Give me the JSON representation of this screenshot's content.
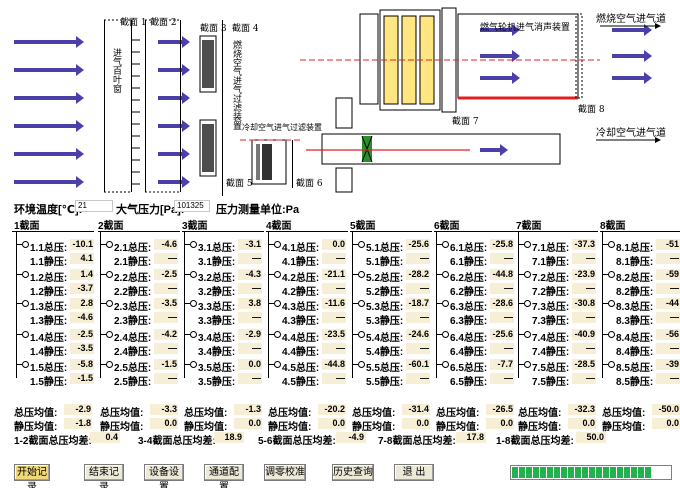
{
  "diagram": {
    "section_labels": [
      "截面 1",
      "截面 2",
      "截面 3",
      "截面 4",
      "截面 5",
      "截面 6",
      "截面 7",
      "截面 8"
    ],
    "intake_blind_label": "进气百叶窗",
    "combustion_filter_label": "燃烧空气进气过滤装置",
    "cooling_filter_label": "冷却空气进气过滤装置",
    "silencer_label": "燃气轮机进气消声装置",
    "combustion_inlet_label": "燃烧空气进气道",
    "cooling_inlet_label": "冷却空气进气道",
    "accent_color": "#4b3fa8",
    "red_line_color": "#e02020"
  },
  "env": {
    "temp_label": "环境温度[℃]:",
    "temp_value": "21",
    "pressure_label": "大气压力[Pa]:",
    "pressure_value": "101325",
    "unit_label": "压力测量单位:Pa"
  },
  "sections": [
    {
      "title": "1截面",
      "rows": [
        {
          "total_label": "1.1总压:",
          "total": "-10.1",
          "static_label": "1.1静压:",
          "static": "4.1"
        },
        {
          "total_label": "1.2总压:",
          "total": "1.4",
          "static_label": "1.2静压:",
          "static": "-3.7"
        },
        {
          "total_label": "1.3总压:",
          "total": "2.8",
          "static_label": "1.3静压:",
          "static": "-4.6"
        },
        {
          "total_label": "1.4总压:",
          "total": "-2.5",
          "static_label": "1.4静压:",
          "static": "-3.5"
        },
        {
          "total_label": "1.5总压:",
          "total": "-5.8",
          "static_label": "1.5静压:",
          "static": "-1.5"
        }
      ],
      "avg_total": "-2.9",
      "avg_static": "-1.8"
    },
    {
      "title": "2截面",
      "rows": [
        {
          "total_label": "2.1总压:",
          "total": "-4.6",
          "static_label": "2.1静压:",
          "static": "—"
        },
        {
          "total_label": "2.2总压:",
          "total": "-2.5",
          "static_label": "2.2静压:",
          "static": "—"
        },
        {
          "total_label": "2.3总压:",
          "total": "-3.5",
          "static_label": "2.3静压:",
          "static": "—"
        },
        {
          "total_label": "2.4总压:",
          "total": "-4.2",
          "static_label": "2.4静压:",
          "static": "—"
        },
        {
          "total_label": "2.5总压:",
          "total": "-1.5",
          "static_label": "2.5静压:",
          "static": "—"
        }
      ],
      "avg_total": "-3.3",
      "avg_static": "0.0"
    },
    {
      "title": "3截面",
      "rows": [
        {
          "total_label": "3.1总压:",
          "total": "-3.1",
          "static_label": "3.1静压:",
          "static": "—"
        },
        {
          "total_label": "3.2总压:",
          "total": "-4.3",
          "static_label": "3.2静压:",
          "static": "—"
        },
        {
          "total_label": "3.3总压:",
          "total": "3.8",
          "static_label": "3.3静压:",
          "static": "—"
        },
        {
          "total_label": "3.4总压:",
          "total": "-2.9",
          "static_label": "3.4静压:",
          "static": "—"
        },
        {
          "total_label": "3.5总压:",
          "total": "0.0",
          "static_label": "3.5静压:",
          "static": "—"
        }
      ],
      "avg_total": "-1.3",
      "avg_static": "0.0"
    },
    {
      "title": "4截面",
      "rows": [
        {
          "total_label": "4.1总压:",
          "total": "0.0",
          "static_label": "4.1静压:",
          "static": "—"
        },
        {
          "total_label": "4.2总压:",
          "total": "-21.1",
          "static_label": "4.2静压:",
          "static": "—"
        },
        {
          "total_label": "4.3总压:",
          "total": "-11.6",
          "static_label": "4.3静压:",
          "static": "—"
        },
        {
          "total_label": "4.4总压:",
          "total": "-23.5",
          "static_label": "4.4静压:",
          "static": "—"
        },
        {
          "total_label": "4.5总压:",
          "total": "-44.8",
          "static_label": "4.5静压:",
          "static": "—"
        }
      ],
      "avg_total": "-20.2",
      "avg_static": "0.0"
    },
    {
      "title": "5截面",
      "rows": [
        {
          "total_label": "5.1总压:",
          "total": "-25.6",
          "static_label": "5.1静压:",
          "static": "—"
        },
        {
          "total_label": "5.2总压:",
          "total": "-28.2",
          "static_label": "5.2静压:",
          "static": "—"
        },
        {
          "total_label": "5.3总压:",
          "total": "-18.7",
          "static_label": "5.3静压:",
          "static": "—"
        },
        {
          "total_label": "5.4总压:",
          "total": "-24.6",
          "static_label": "5.4静压:",
          "static": "—"
        },
        {
          "total_label": "5.5总压:",
          "total": "-60.1",
          "static_label": "5.5静压:",
          "static": "—"
        }
      ],
      "avg_total": "-31.4",
      "avg_static": "0.0"
    },
    {
      "title": "6截面",
      "rows": [
        {
          "total_label": "6.1总压:",
          "total": "-25.8",
          "static_label": "6.1静压:",
          "static": "—"
        },
        {
          "total_label": "6.2总压:",
          "total": "-44.8",
          "static_label": "6.2静压:",
          "static": "—"
        },
        {
          "total_label": "6.3总压:",
          "total": "-28.6",
          "static_label": "6.3静压:",
          "static": "—"
        },
        {
          "total_label": "6.4总压:",
          "total": "-25.6",
          "static_label": "6.4静压:",
          "static": "—"
        },
        {
          "total_label": "6.5总压:",
          "total": "-7.7",
          "static_label": "6.5静压:",
          "static": "—"
        }
      ],
      "avg_total": "-26.5",
      "avg_static": "0.0"
    },
    {
      "title": "7截面",
      "rows": [
        {
          "total_label": "7.1总压:",
          "total": "-37.3",
          "static_label": "7.1静压:",
          "static": "—"
        },
        {
          "total_label": "7.2总压:",
          "total": "-23.9",
          "static_label": "7.2静压:",
          "static": "—"
        },
        {
          "total_label": "7.3总压:",
          "total": "-30.8",
          "static_label": "7.3静压:",
          "static": "—"
        },
        {
          "total_label": "7.4总压:",
          "total": "-40.9",
          "static_label": "7.4静压:",
          "static": "—"
        },
        {
          "total_label": "7.5总压:",
          "total": "-28.5",
          "static_label": "7.5静压:",
          "static": "—"
        }
      ],
      "avg_total": "-32.3",
      "avg_static": "0.0"
    },
    {
      "title": "8截面",
      "rows": [
        {
          "total_label": "8.1总压:",
          "total": "-51",
          "static_label": "8.1静压:",
          "static": "—"
        },
        {
          "total_label": "8.2总压:",
          "total": "-59",
          "static_label": "8.2静压:",
          "static": "—"
        },
        {
          "total_label": "8.3总压:",
          "total": "-44",
          "static_label": "8.3静压:",
          "static": "—"
        },
        {
          "total_label": "8.4总压:",
          "total": "-56",
          "static_label": "8.4静压:",
          "static": "—"
        },
        {
          "total_label": "8.5总压:",
          "total": "-39",
          "static_label": "8.5静压:",
          "static": "—"
        }
      ],
      "avg_total": "-50.0",
      "avg_static": "0.0"
    }
  ],
  "averages": {
    "total_label": "总压均值:",
    "static_label": "静压均值:"
  },
  "differences": [
    {
      "label": "1-2截面总压均差:",
      "value": "0.4"
    },
    {
      "label": "3-4截面总压均差:",
      "value": "18.9"
    },
    {
      "label": "5-6截面总压均差:",
      "value": "-4.9"
    },
    {
      "label": "7-8截面总压均差:",
      "value": "17.8"
    },
    {
      "label": "1-8截面总压均差:",
      "value": "50.0"
    }
  ],
  "buttons": {
    "start": "开始记录",
    "stop": "结束记录",
    "device": "设备设置",
    "channel": "通道配置",
    "zero": "调零校准",
    "history": "历史查询",
    "exit": "退  出"
  },
  "progress": {
    "fraction": 1.0
  }
}
